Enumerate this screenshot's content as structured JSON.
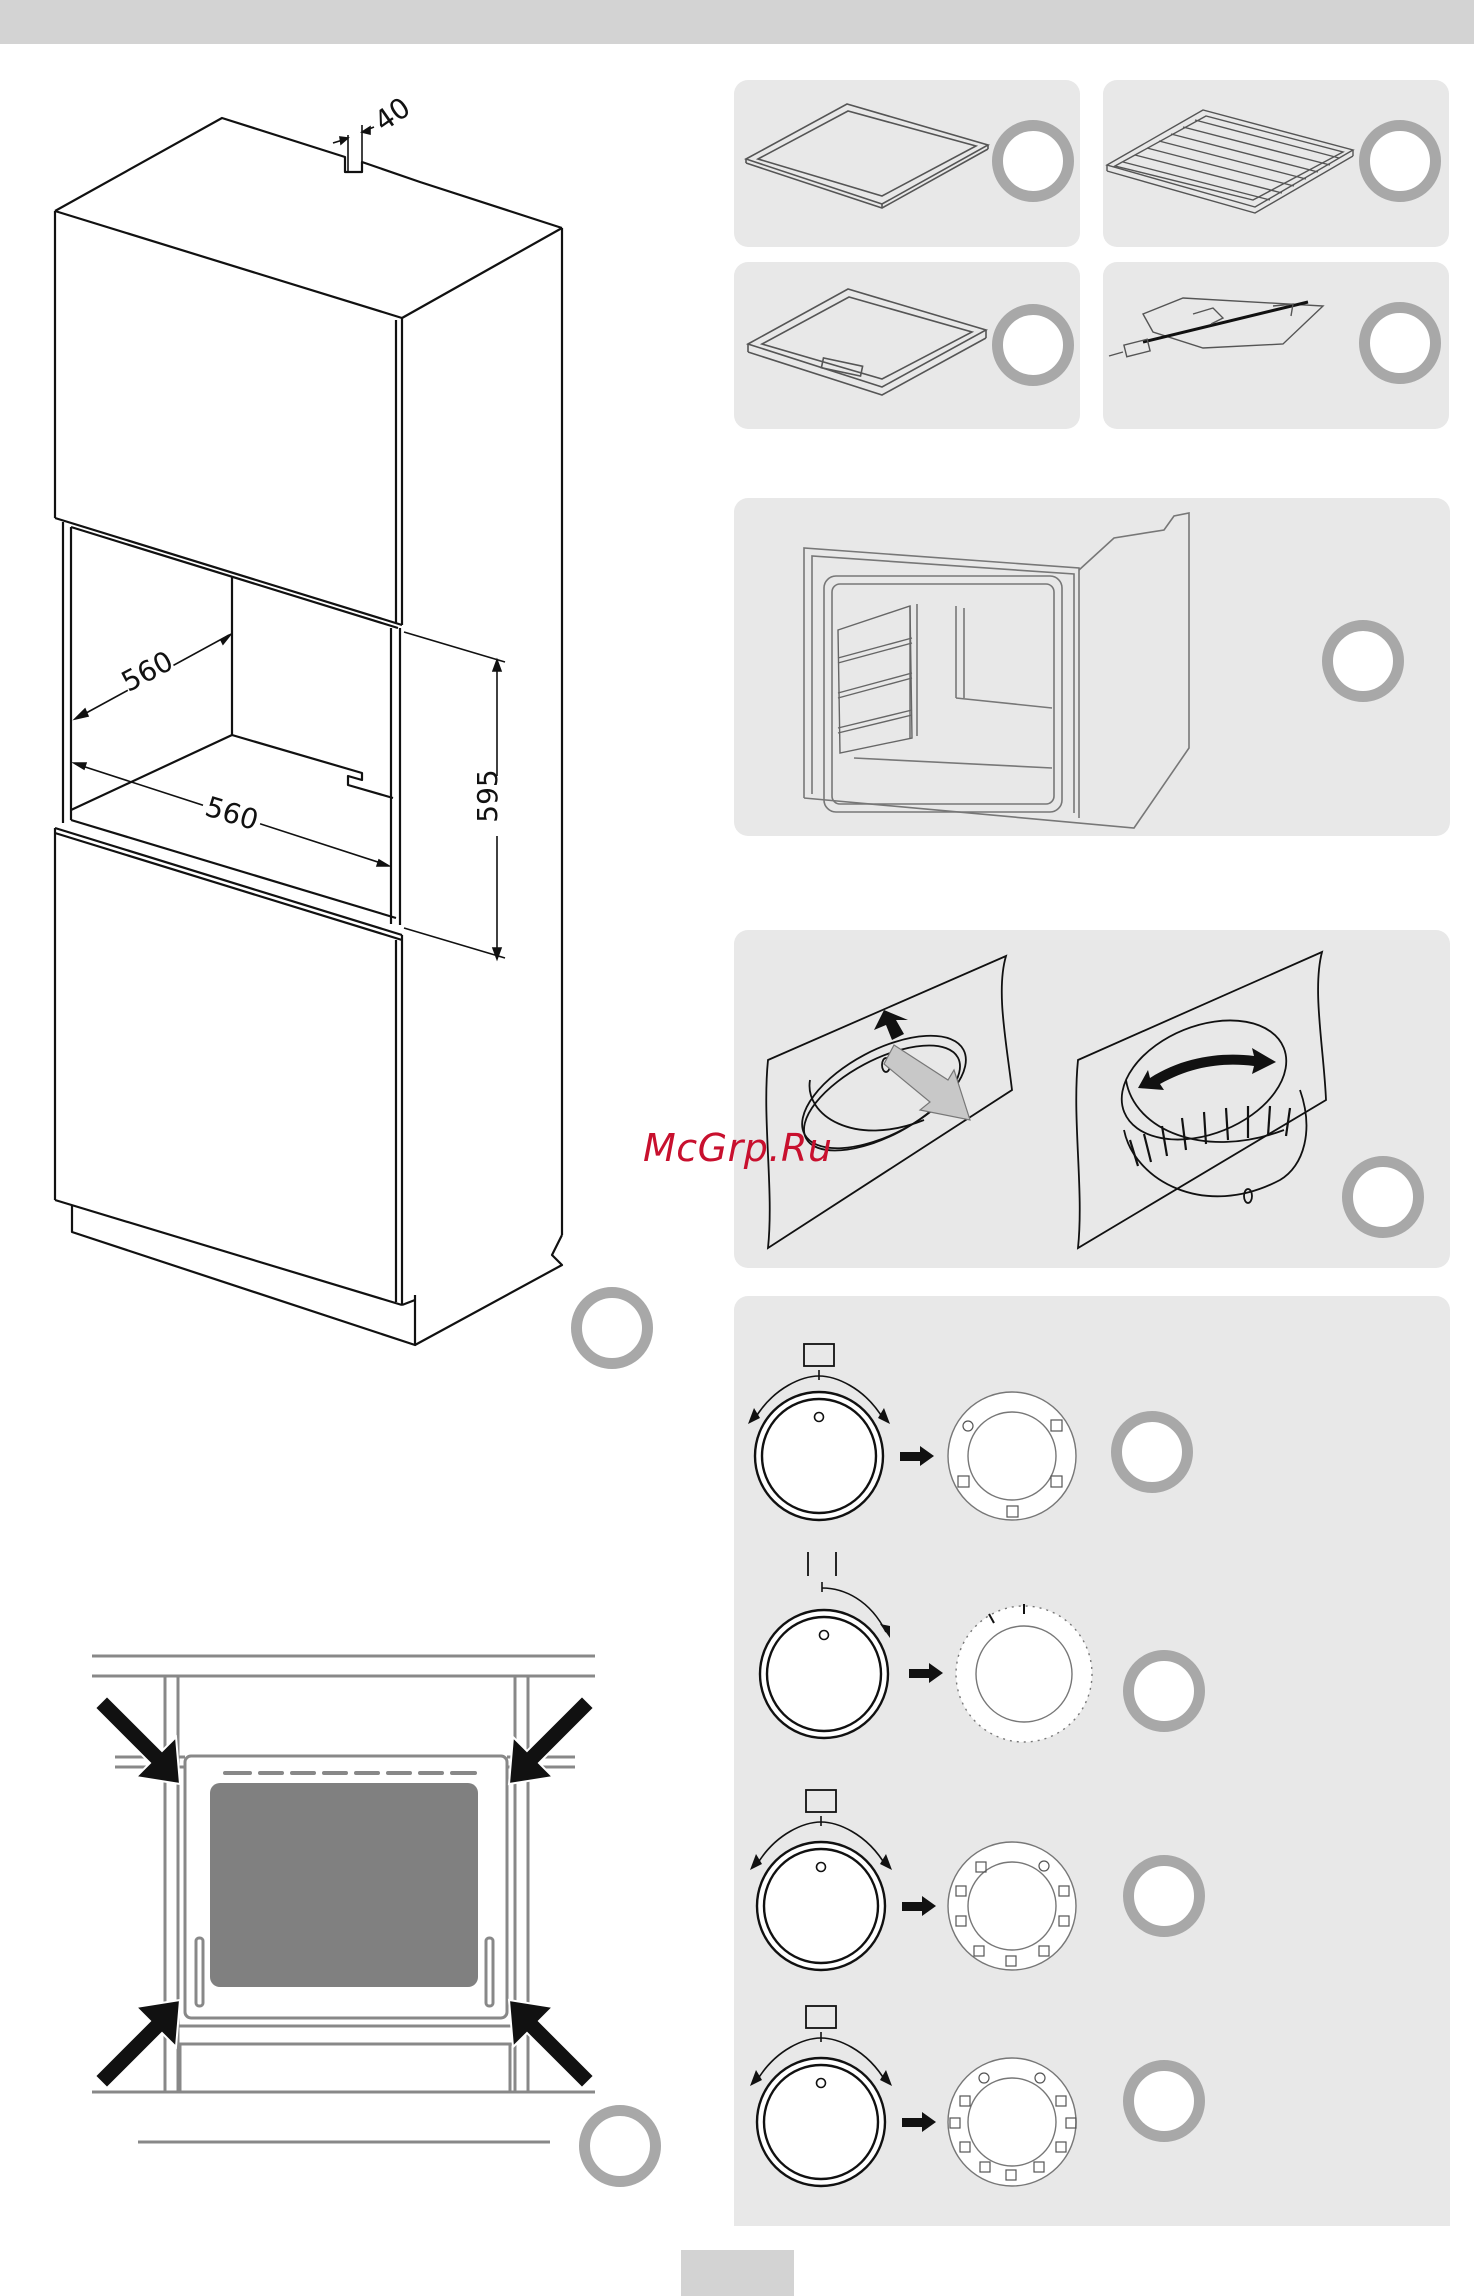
{
  "dimensions": {
    "cabinet_top_gap": "40",
    "niche_depth": "560",
    "niche_width": "560",
    "niche_height": "595"
  },
  "watermark": "McGrp.Ru",
  "colors": {
    "topbar": "#d3d3d3",
    "panel": "#e8e8e8",
    "badge_ring": "#a8a8a8",
    "watermark": "#c8102e"
  },
  "figures": {
    "installation": "cabinet-niche-drawing",
    "fixing": "oven-front-with-fixing-arrows",
    "accessories": [
      "baking-tray",
      "wire-shelf",
      "deep-tray",
      "rotisserie-spit"
    ],
    "oven_interior": "oven-cavity-with-side-rails",
    "knob": [
      "retractable-knob-push",
      "retractable-knob-turn"
    ],
    "knob_positions": [
      "function-dial-5",
      "timer-dial",
      "function-dial-8",
      "function-dial-10"
    ]
  },
  "icons": [
    "step-badge-icon",
    "arrow-right-icon",
    "fixing-arrow-icon",
    "knob-icon"
  ]
}
